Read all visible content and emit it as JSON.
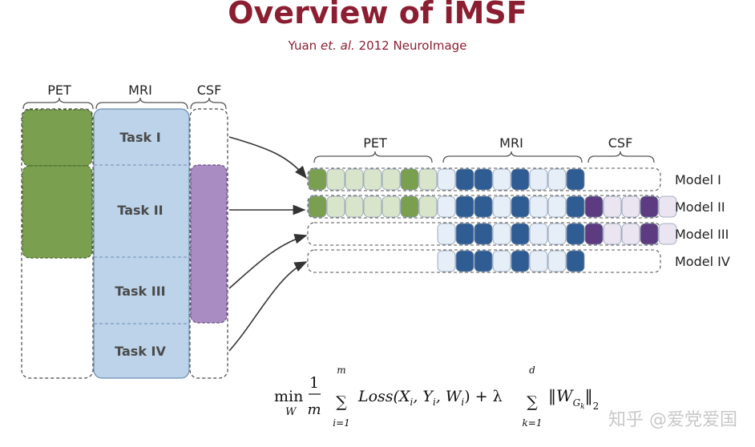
{
  "header": {
    "title": "Overview of iMSF",
    "citation_author": "Yuan",
    "citation_etal": "et. al.",
    "citation_venue": "2012 NeuroImage"
  },
  "left_panel": {
    "modalities": [
      "PET",
      "MRI",
      "CSF"
    ],
    "tasks": [
      "Task I",
      "Task II",
      "Task III",
      "Task IV"
    ]
  },
  "right_panel": {
    "modalities": [
      "PET",
      "MRI",
      "CSF"
    ],
    "models": [
      "Model I",
      "Model II",
      "Model III",
      "Model IV"
    ]
  },
  "formula": {
    "min": "min",
    "min_sub": "W",
    "frac_num": "1",
    "frac_den": "m",
    "sum1_top": "m",
    "sum1_bottom": "i=1",
    "loss": "Loss(X",
    "loss_rest": ", Y",
    "loss_rest2": ", W",
    "close": ") + λ",
    "sum2_top": "d",
    "sum2_bottom": "k=1",
    "norm": "‖W",
    "norm_sub": "G",
    "norm_subsub": "k",
    "norm_close": "‖",
    "norm_exp": "2"
  },
  "colors": {
    "title": "#8c1e31",
    "pet": "#7aa04f",
    "pet_light": "#d9e5cb",
    "mri": "#bcd3ea",
    "mri_dark": "#2e5c93",
    "mri_light": "#e6eef8",
    "csf": "#a98cc1",
    "csf_dark": "#5c3b80",
    "csf_light": "#ebe5f2"
  },
  "watermark": "知乎 @爱党爱国"
}
